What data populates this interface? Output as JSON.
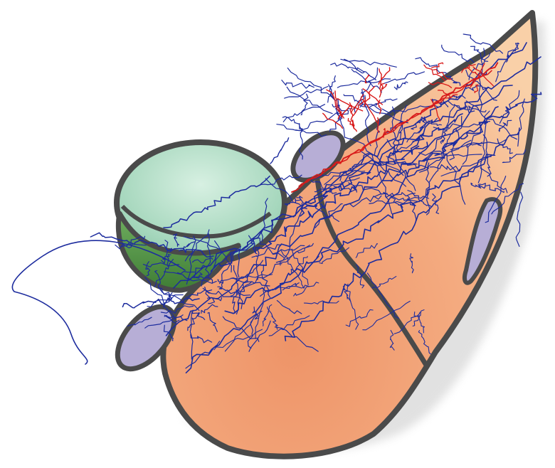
{
  "colors": {
    "background": "#ffffff",
    "outline": "#4a4a4a",
    "orange_light": "#f8c9a0",
    "orange_mid": "#f4ab80",
    "orange_dark": "#ee9468",
    "green_light": "#c9ead7",
    "green_mid": "#9fd2b6",
    "green_dark": "#5a9a4a",
    "purple": "#b7aed6",
    "fiber_blue": "#1d2c9e",
    "fiber_red": "#d81a1a"
  },
  "icons": {
    "green_region": "sphere-region",
    "orange_region": "cone-region",
    "purple_small": "ellipse-region",
    "axon_blue": "branching-fiber",
    "axon_red": "branching-fiber"
  }
}
